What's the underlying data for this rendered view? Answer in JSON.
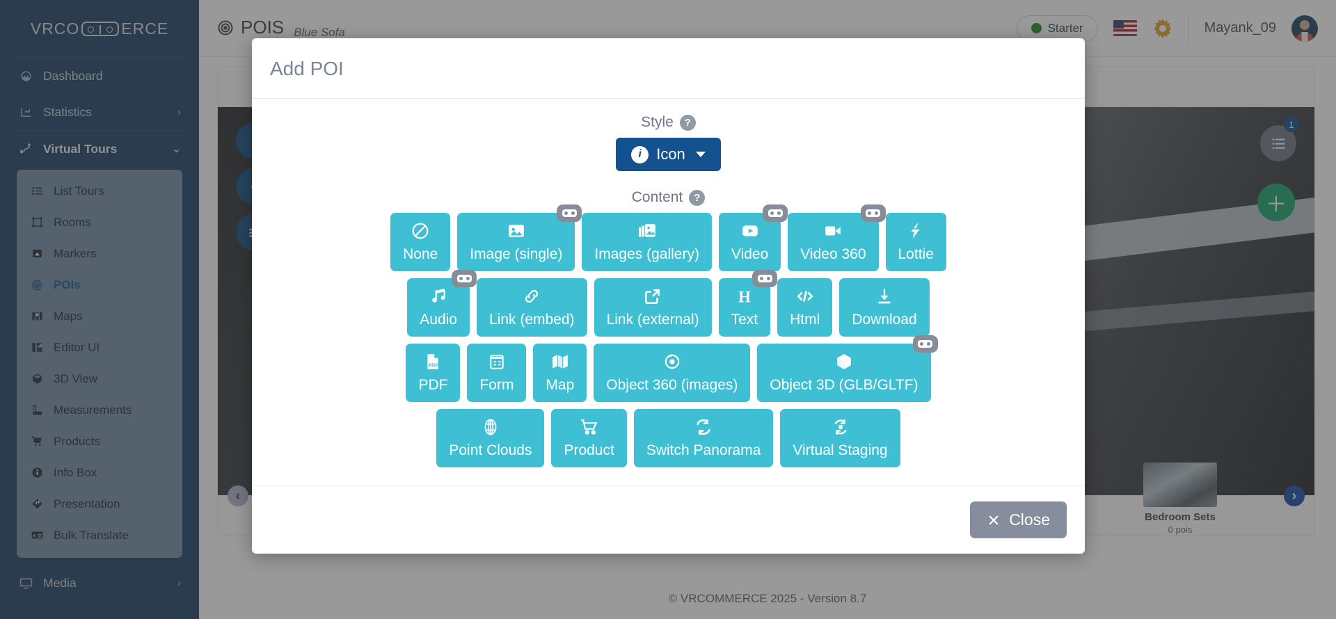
{
  "app": {
    "brand_prefix": "VRCO",
    "brand_suffix": "ERCE",
    "brand_icon": "vr-goggles-icon",
    "footer": "© VRCOMMERCE 2025 - Version 8.7"
  },
  "sidebar": {
    "items": [
      {
        "label": "Dashboard",
        "icon": "dashboard-icon",
        "chevron": ""
      },
      {
        "label": "Statistics",
        "icon": "chart-icon",
        "chevron": "›"
      },
      {
        "label": "Virtual Tours",
        "icon": "tours-icon",
        "chevron": "⌄"
      },
      {
        "label": "Media",
        "icon": "monitor-icon",
        "chevron": "›"
      }
    ],
    "submenu": [
      {
        "label": "List Tours",
        "icon": "list-icon",
        "active": false
      },
      {
        "label": "Rooms",
        "icon": "room-icon",
        "active": false
      },
      {
        "label": "Markers",
        "icon": "marker-icon",
        "active": false
      },
      {
        "label": "POIs",
        "icon": "target-icon",
        "active": true
      },
      {
        "label": "Maps",
        "icon": "map-icon",
        "active": false
      },
      {
        "label": "Editor UI",
        "icon": "editor-icon",
        "active": false
      },
      {
        "label": "3D View",
        "icon": "cube-icon",
        "active": false
      },
      {
        "label": "Measurements",
        "icon": "ruler-icon",
        "active": false
      },
      {
        "label": "Products",
        "icon": "cart-icon",
        "active": false
      },
      {
        "label": "Info Box",
        "icon": "info-icon",
        "active": false
      },
      {
        "label": "Presentation",
        "icon": "presentation-icon",
        "active": false
      },
      {
        "label": "Bulk Translate",
        "icon": "translate-icon",
        "active": false
      }
    ]
  },
  "header": {
    "page_title": "POIS",
    "page_subtitle": "Blue Sofa",
    "page_icon": "target-icon",
    "plan_label": "Starter",
    "plan_status_color": "#1c8a1c",
    "language_icon": "us-flag-icon",
    "settings_icon": "sun-gear-icon",
    "username": "Mayank_09",
    "avatar_icon": "user-avatar"
  },
  "panorama": {
    "tools": [
      {
        "icon": "info-tool-icon"
      },
      {
        "icon": "prev-tool-icon"
      },
      {
        "icon": "menu-tool-icon"
      }
    ],
    "list_button_icon": "list-lines-icon",
    "list_badge": "1",
    "add_button_icon": "plus-icon",
    "carousel_prev_icon": "chevron-left-icon",
    "carousel_next_icon": "chevron-right-icon",
    "thumb": {
      "title": "Bedroom Sets",
      "subtitle": "0 pois"
    }
  },
  "modal": {
    "title": "Add POI",
    "style": {
      "label": "Style",
      "help_icon": "question-icon",
      "selected": "Icon",
      "icon": "info-circle-icon",
      "caret_icon": "caret-down-icon",
      "accent": "#14528f"
    },
    "content": {
      "label": "Content",
      "help_icon": "question-icon",
      "tile_color": "#3fbfd4",
      "vr_badge_icon": "vr-goggles-badge",
      "rows": [
        [
          {
            "label": "None",
            "icon": "no-entry-icon",
            "vr": false
          },
          {
            "label": "Image (single)",
            "icon": "image-icon",
            "vr": true
          },
          {
            "label": "Images (gallery)",
            "icon": "images-stack-icon",
            "vr": false
          },
          {
            "label": "Video",
            "icon": "video-play-icon",
            "vr": true
          },
          {
            "label": "Video 360",
            "icon": "video-camera-icon",
            "vr": true
          },
          {
            "label": "Lottie",
            "icon": "lottie-bolt-icon",
            "vr": false
          }
        ],
        [
          {
            "label": "Audio",
            "icon": "music-note-icon",
            "vr": true
          },
          {
            "label": "Link (embed)",
            "icon": "chain-link-icon",
            "vr": false
          },
          {
            "label": "Link (external)",
            "icon": "external-link-icon",
            "vr": false
          },
          {
            "label": "Text",
            "icon": "letter-h-icon",
            "vr": true
          },
          {
            "label": "Html",
            "icon": "code-brackets-icon",
            "vr": false
          },
          {
            "label": "Download",
            "icon": "download-icon",
            "vr": false
          }
        ],
        [
          {
            "label": "PDF",
            "icon": "pdf-file-icon",
            "vr": false
          },
          {
            "label": "Form",
            "icon": "form-clipboard-icon",
            "vr": false
          },
          {
            "label": "Map",
            "icon": "folded-map-icon",
            "vr": false
          },
          {
            "label": "Object 360 (images)",
            "icon": "object-360-icon",
            "vr": false
          },
          {
            "label": "Object 3D (GLB/GLTF)",
            "icon": "cube-3d-icon",
            "vr": true
          }
        ],
        [
          {
            "label": "Point Clouds",
            "icon": "point-cloud-icon",
            "vr": false
          },
          {
            "label": "Product",
            "icon": "shopping-cart-icon",
            "vr": false
          },
          {
            "label": "Switch Panorama",
            "icon": "switch-arrows-icon",
            "vr": false
          },
          {
            "label": "Virtual Staging",
            "icon": "recycle-arrows-icon",
            "vr": false
          }
        ]
      ]
    },
    "close_label": "Close",
    "close_icon": "x-icon"
  }
}
